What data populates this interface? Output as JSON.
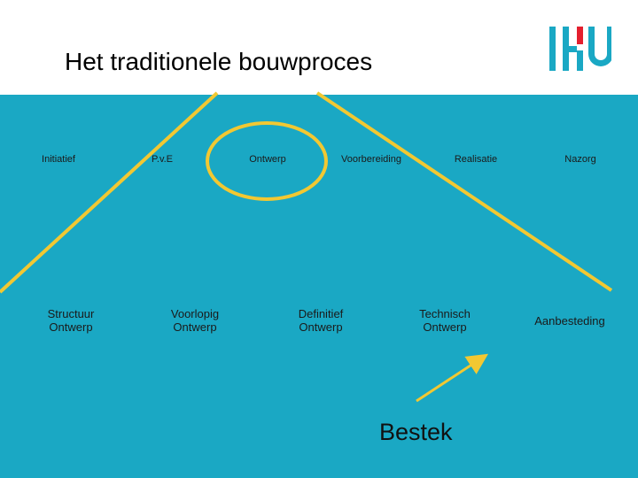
{
  "title": "Het traditionele bouwproces",
  "logo_letters": "HU",
  "colors": {
    "panel": "#1aa8c4",
    "line": "#f2c832",
    "logo_blue": "#1aa8c4",
    "logo_red": "#e41f2e"
  },
  "phases": [
    "Initiatief",
    "P.v.E",
    "Ontwerp",
    "Voorbereiding",
    "Realisatie",
    "Nazorg"
  ],
  "deliverables": [
    {
      "line1": "Structuur",
      "line2": "Ontwerp"
    },
    {
      "line1": "Voorlopig",
      "line2": "Ontwerp"
    },
    {
      "line1": "Definitief",
      "line2": "Ontwerp"
    },
    {
      "line1": "Technisch",
      "line2": "Ontwerp"
    },
    {
      "line1": "Aanbesteding",
      "line2": ""
    }
  ],
  "highlighted_phase": "Ontwerp",
  "arrow_label": "Bestek"
}
